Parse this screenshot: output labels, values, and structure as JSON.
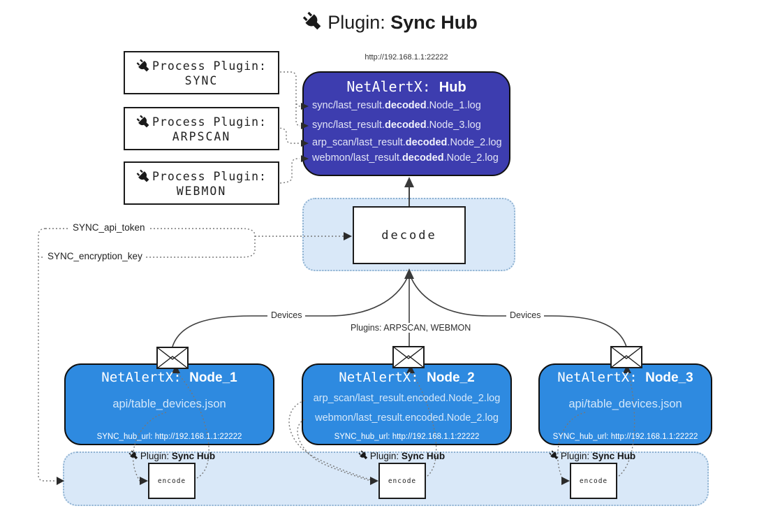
{
  "title": {
    "prefix": "Plugin: ",
    "bold": "Sync Hub"
  },
  "process_plugins": {
    "items": [
      {
        "line1": "Process Plugin:",
        "name": "SYNC"
      },
      {
        "line1": "Process Plugin:",
        "name": "ARPSCAN"
      },
      {
        "line1": "Process Plugin:",
        "name": "WEBMON"
      }
    ]
  },
  "hub": {
    "url": "http://192.168.1.1:22222",
    "title_prefix": "NetAlertX: ",
    "title_bold": "Hub",
    "logs": [
      {
        "pre": "sync/last_result.",
        "bold": "decoded",
        "post": ".Node_1.log"
      },
      {
        "pre": "sync/last_result.",
        "bold": "decoded",
        "post": ".Node_3.log"
      },
      {
        "pre": "arp_scan/last_result.",
        "bold": "decoded",
        "post": ".Node_2.log"
      },
      {
        "pre": "webmon/last_result.",
        "bold": "decoded",
        "post": ".Node_2.log"
      }
    ]
  },
  "decode": {
    "label": "decode"
  },
  "secrets": {
    "api_token": "SYNC_api_token",
    "encryption_key": "SYNC_encryption_key"
  },
  "flow_labels": {
    "devices_left": "Devices",
    "devices_right": "Devices",
    "plugins_mid": "Plugins: ARPSCAN, WEBMON"
  },
  "nodes": [
    {
      "title_prefix": "NetAlertX: ",
      "title_bold": "Node_1",
      "files": [
        "api/table_devices.json"
      ],
      "hub_url": "SYNC_hub_url: http://192.168.1.1:22222"
    },
    {
      "title_prefix": "NetAlertX: ",
      "title_bold": "Node_2",
      "files": [
        "arp_scan/last_result.encoded.Node_2.log",
        "webmon/last_result.encoded.Node_2.log"
      ],
      "hub_url": "SYNC_hub_url: http://192.168.1.1:22222"
    },
    {
      "title_prefix": "NetAlertX: ",
      "title_bold": "Node_3",
      "files": [
        "api/table_devices.json"
      ],
      "hub_url": "SYNC_hub_url: http://192.168.1.1:22222"
    }
  ],
  "encode_plugin": {
    "badge_prefix": "Plugin: ",
    "badge_bold": "Sync Hub",
    "box_label": "encode"
  },
  "colors": {
    "hub_fill": "#3d3daf",
    "node_fill": "#2e8ae0",
    "panel_fill": "#d9e8f8",
    "panel_border": "#8fb2d1",
    "wire_solid": "#3f3f3f",
    "wire_dotted": "#777777"
  }
}
